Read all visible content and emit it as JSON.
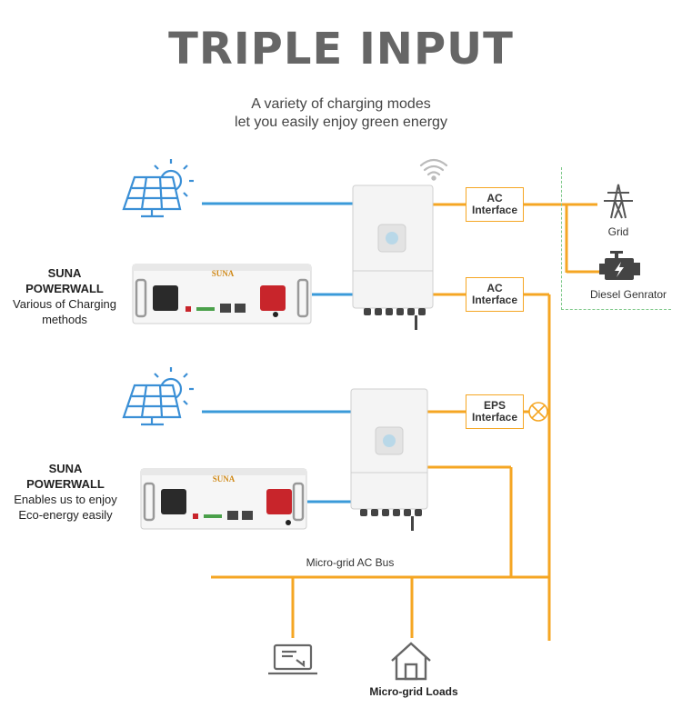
{
  "title": "TRIPLE INPUT",
  "subtitle": {
    "line1": "A variety of charging modes",
    "line2": "let you easily enjoy green energy"
  },
  "system1": {
    "brand": "SUNA",
    "product": "POWERWALL",
    "desc_line1": "Various of Charging",
    "desc_line2": "methods",
    "interface_top": {
      "line1": "AC",
      "line2": "Interface"
    },
    "interface_bottom": {
      "line1": "AC",
      "line2": "Interface"
    }
  },
  "system2": {
    "brand": "SUNA",
    "product": "POWERWALL",
    "desc_line1": "Enables us to enjoy",
    "desc_line2": "Eco-energy easily",
    "interface": {
      "line1": "EPS",
      "line2": "Interface"
    }
  },
  "battery_logo": "SUNA",
  "sources": {
    "grid": "Grid",
    "diesel": "Diesel Genrator"
  },
  "bus_label": "Micro-grid AC Bus",
  "loads_label": "Micro-grid Loads",
  "colors": {
    "orange": "#f5a623",
    "blue": "#3a9ad9",
    "solar_blue": "#3a8fd6",
    "title_gray": "#666666",
    "dashed_green": "#7fc98a"
  },
  "icons": [
    "solar-panel-icon",
    "wifi-icon",
    "grid-tower-icon",
    "engine-icon",
    "laptop-icon",
    "house-icon",
    "breaker-icon"
  ]
}
